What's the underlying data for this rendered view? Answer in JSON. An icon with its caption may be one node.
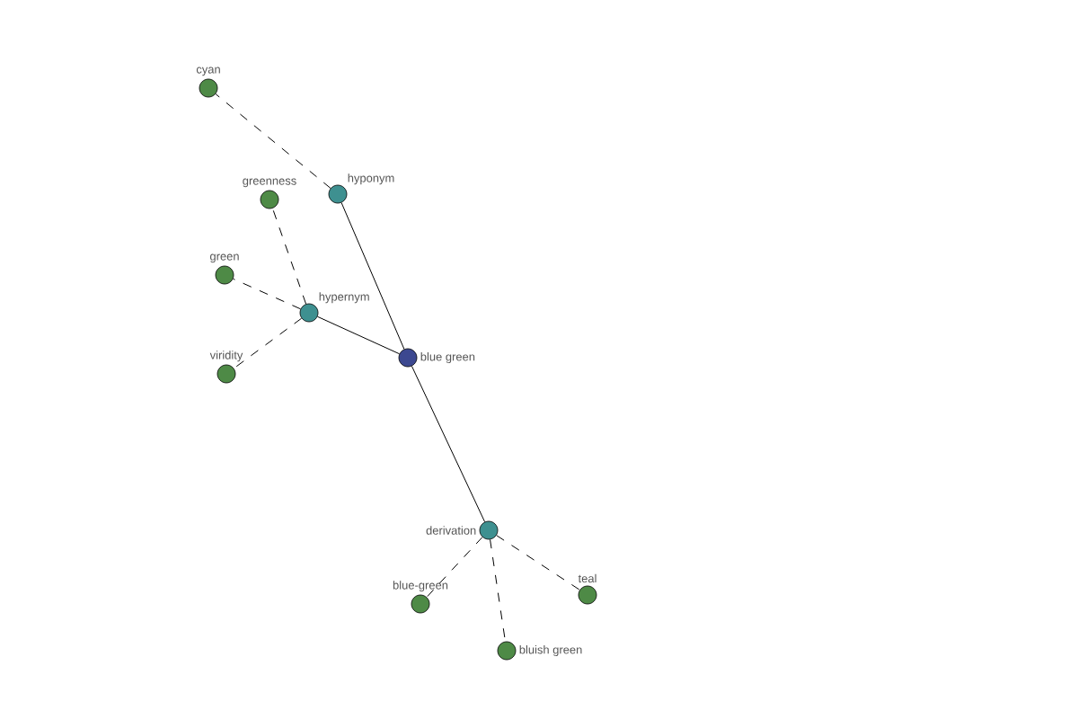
{
  "diagram": {
    "nodes": [
      {
        "text": [
          "cyan"
        ]
      },
      {
        "text": [
          "hyponym"
        ]
      },
      {
        "text": [
          "greenness"
        ]
      },
      {
        "text": [
          "green"
        ]
      },
      {
        "text": [
          "hypernym"
        ]
      },
      {
        "text": [
          "viridity"
        ]
      },
      {
        "text": [
          "blue green"
        ]
      },
      {
        "text": [
          "derivation"
        ]
      },
      {
        "text": [
          "blue-green"
        ]
      },
      {
        "text": [
          "teal"
        ]
      },
      {
        "text": [
          "bluish green"
        ]
      }
    ],
    "edges": [
      {
        "from": 6,
        "to": 1,
        "arrow": "none"
      },
      {
        "from": 6,
        "to": 4,
        "arrow": "none"
      },
      {
        "from": 6,
        "to": 7,
        "arrow": "none"
      },
      {
        "from": 1,
        "to": 0,
        "arrow": "none",
        "style": "dashed"
      },
      {
        "from": 4,
        "to": 2,
        "arrow": "none",
        "style": "dashed"
      },
      {
        "from": 4,
        "to": 3,
        "arrow": "none",
        "style": "dashed"
      },
      {
        "from": 4,
        "to": 5,
        "arrow": "none",
        "style": "dashed"
      },
      {
        "from": 7,
        "to": 8,
        "arrow": "none",
        "style": "dashed"
      },
      {
        "from": 7,
        "to": 10,
        "arrow": "none",
        "style": "dashed"
      },
      {
        "from": 7,
        "to": 9,
        "arrow": "none",
        "style": "dashed"
      }
    ]
  }
}
